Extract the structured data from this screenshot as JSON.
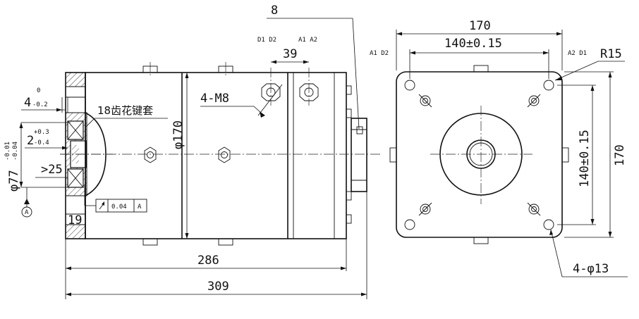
{
  "labels": {
    "item_8": "8",
    "d1_d2_top": "D1 D2",
    "a1_a2_top": "A1 A2",
    "dim_39": "39",
    "a1_d2_side": "A1 D2",
    "a2_d1_side": "A2 D1",
    "dim_170_top": "170",
    "dim_140_top": "140±0.15",
    "r15": "R15",
    "m8": "4-M8",
    "phi170": "φ170",
    "spline_note": "18齿花键套",
    "dim_4_main": "4",
    "dim_4_upper": "0",
    "dim_4_lower": "-0.2",
    "dim_2_main": "2",
    "dim_2_upper": "+0.3",
    "dim_2_lower": "-0.4",
    "phi77_main": "φ77",
    "phi77_upper": "-0.01",
    "phi77_lower": "-0.04",
    "gt25": ">25",
    "datum_a": "A",
    "tol_value": "0.04",
    "tol_datum": "A",
    "dim_19": "19",
    "dim_286": "286",
    "dim_309": "309",
    "dim_140_side": "140±0.15",
    "dim_170_side": "170",
    "holes": "4-φ13"
  }
}
